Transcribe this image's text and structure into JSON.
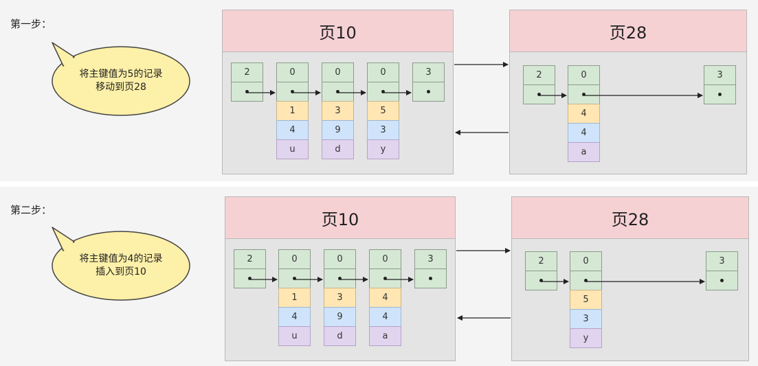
{
  "steps": [
    {
      "label": "第一步：",
      "note_line1": "将主键值为5的记录",
      "note_line2": "移动到页28",
      "pages": [
        {
          "title": "页10",
          "records": [
            {
              "head": "2",
              "keys": []
            },
            {
              "head": "0",
              "keys": [
                "1",
                "4",
                "u"
              ]
            },
            {
              "head": "0",
              "keys": [
                "3",
                "9",
                "d"
              ]
            },
            {
              "head": "0",
              "keys": [
                "5",
                "3",
                "y"
              ]
            },
            {
              "head": "3",
              "keys": []
            }
          ]
        },
        {
          "title": "页28",
          "records": [
            {
              "head": "2",
              "keys": []
            },
            {
              "head": "0",
              "keys": [
                "4",
                "4",
                "a"
              ]
            },
            {
              "head": "3",
              "keys": []
            }
          ]
        }
      ]
    },
    {
      "label": "第二步：",
      "note_line1": "将主键值为4的记录",
      "note_line2": "插入到页10",
      "pages": [
        {
          "title": "页10",
          "records": [
            {
              "head": "2",
              "keys": []
            },
            {
              "head": "0",
              "keys": [
                "1",
                "4",
                "u"
              ]
            },
            {
              "head": "0",
              "keys": [
                "3",
                "9",
                "d"
              ]
            },
            {
              "head": "0",
              "keys": [
                "4",
                "4",
                "a"
              ]
            },
            {
              "head": "3",
              "keys": []
            }
          ]
        },
        {
          "title": "页28",
          "records": [
            {
              "head": "2",
              "keys": []
            },
            {
              "head": "0",
              "keys": [
                "5",
                "3",
                "y"
              ]
            },
            {
              "head": "3",
              "keys": []
            }
          ]
        }
      ]
    }
  ]
}
